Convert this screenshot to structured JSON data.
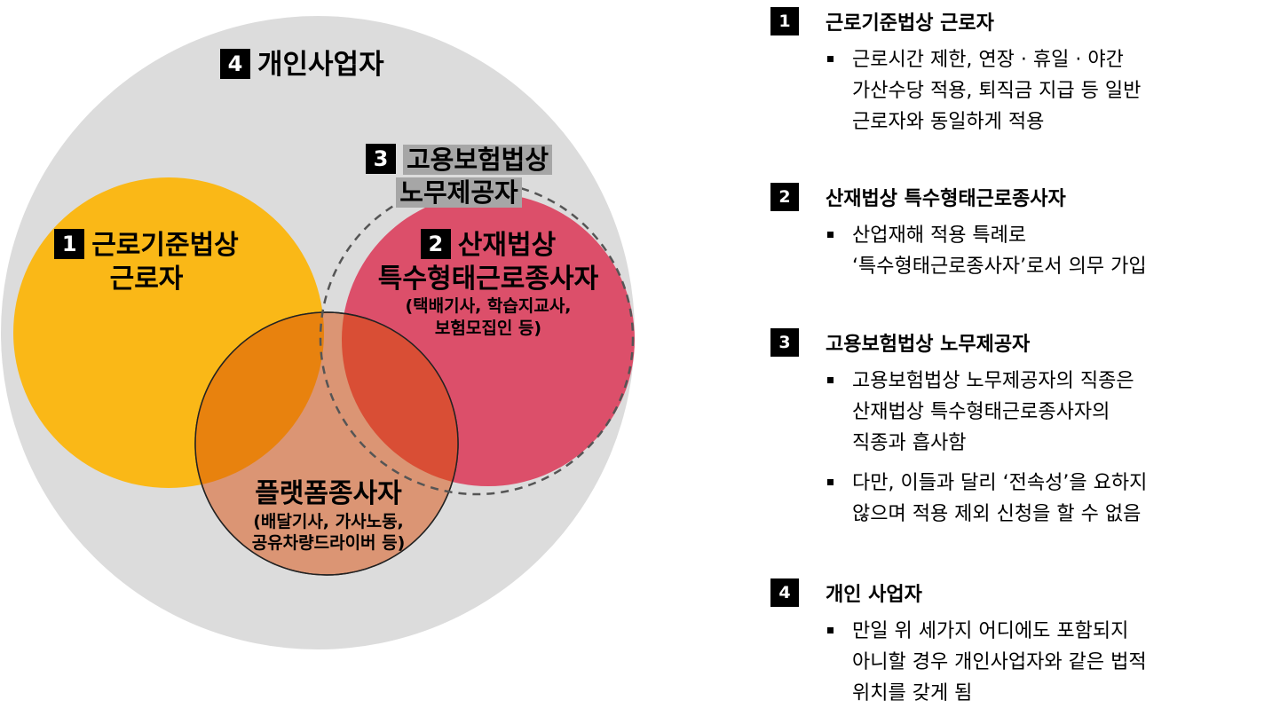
{
  "diagram": {
    "individual": {
      "num": "4",
      "label": "개인사업자"
    },
    "employment_insurance": {
      "num": "3",
      "line1": "고용보험법상",
      "line2": "노무제공자"
    },
    "labor_standards": {
      "num": "1",
      "line1": "근로기준법상",
      "line2": "근로자"
    },
    "industrial_accident": {
      "num": "2",
      "line1": "산재법상",
      "line2": "특수형태근로종사자",
      "sub1": "(택배기사, 학습지교사,",
      "sub2": "보험모집인 등)"
    },
    "platform": {
      "line1": "플랫폼종사자",
      "sub1": "(배달기사, 가사노동,",
      "sub2": "공유차량드라이버 등)"
    },
    "colors": {
      "outer": "#dcdcdc",
      "yellow": "#fab817",
      "red": "#dc4f6a",
      "orange": "#e3844c",
      "platform": "#db9574",
      "dashed": "#555555"
    }
  },
  "legend": {
    "sections": [
      {
        "num": "1",
        "title": "근로기준법상 근로자",
        "bullets": [
          [
            "근로시간 제한, 연장 · 휴일 · 야간",
            "가산수당 적용, 퇴직금 지급 등 일반",
            "근로자와 동일하게 적용"
          ]
        ]
      },
      {
        "num": "2",
        "title": "산재법상 특수형태근로종사자",
        "bullets": [
          [
            "산업재해 적용 특례로",
            "‘특수형태근로종사자’로서 의무 가입"
          ]
        ]
      },
      {
        "num": "3",
        "title": "고용보험법상 노무제공자",
        "bullets": [
          [
            "고용보험법상 노무제공자의 직종은",
            "산재법상 특수형태근로종사자의",
            "직종과 흡사함"
          ],
          [
            "다만, 이들과 달리 ‘전속성’을 요하지",
            "않으며 적용 제외 신청을 할 수 없음"
          ]
        ]
      },
      {
        "num": "4",
        "title": "개인 사업자",
        "bullets": [
          [
            "만일 위 세가지 어디에도 포함되지",
            "아니할 경우 개인사업자와 같은 법적",
            "위치를 갖게 됨"
          ]
        ]
      }
    ]
  }
}
